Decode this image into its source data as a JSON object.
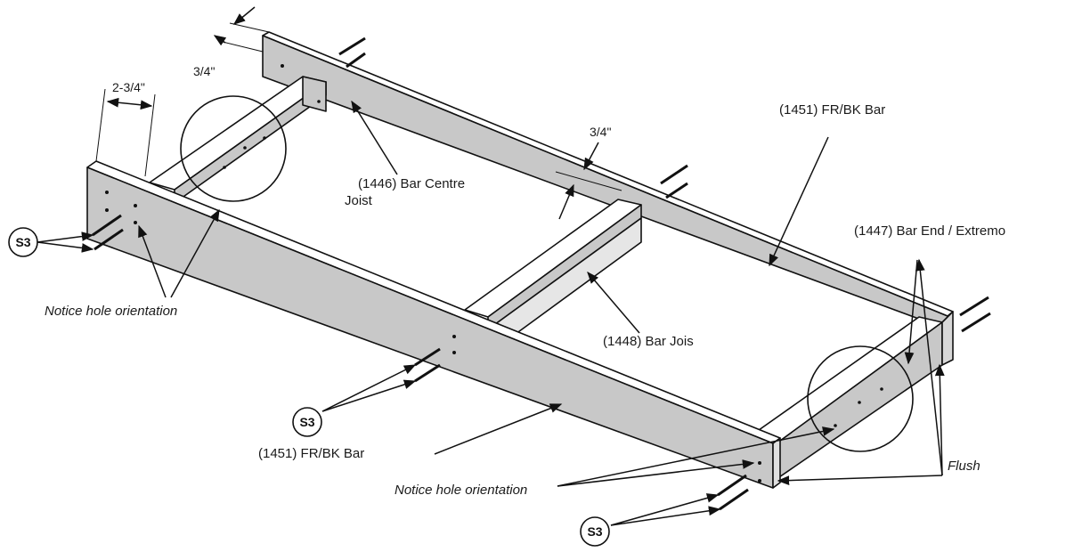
{
  "labels": {
    "fr_bk_bar_top": "(1451) FR/BK Bar",
    "fr_bk_bar_bottom": "(1451) FR/BK Bar",
    "bar_centre_joist_line1": "(1446) Bar Centre",
    "bar_centre_joist_line2": "Joist",
    "bar_joist": "(1448) Bar Jois",
    "bar_end": "(1447) Bar End / Extremo",
    "flush": "Flush",
    "notice_left": "Notice hole orientation",
    "notice_bottom": "Notice hole orientation"
  },
  "dimensions": {
    "top_offset": "3/4\"",
    "mid_offset": "3/4\"",
    "end_spacing": "2-3/4\""
  },
  "callouts": {
    "screw_left": "S3",
    "screw_middle": "S3",
    "screw_bottom": "S3"
  },
  "colors": {
    "board_face": "#c8c8c8",
    "board_top": "#ffffff",
    "line": "#111111"
  }
}
